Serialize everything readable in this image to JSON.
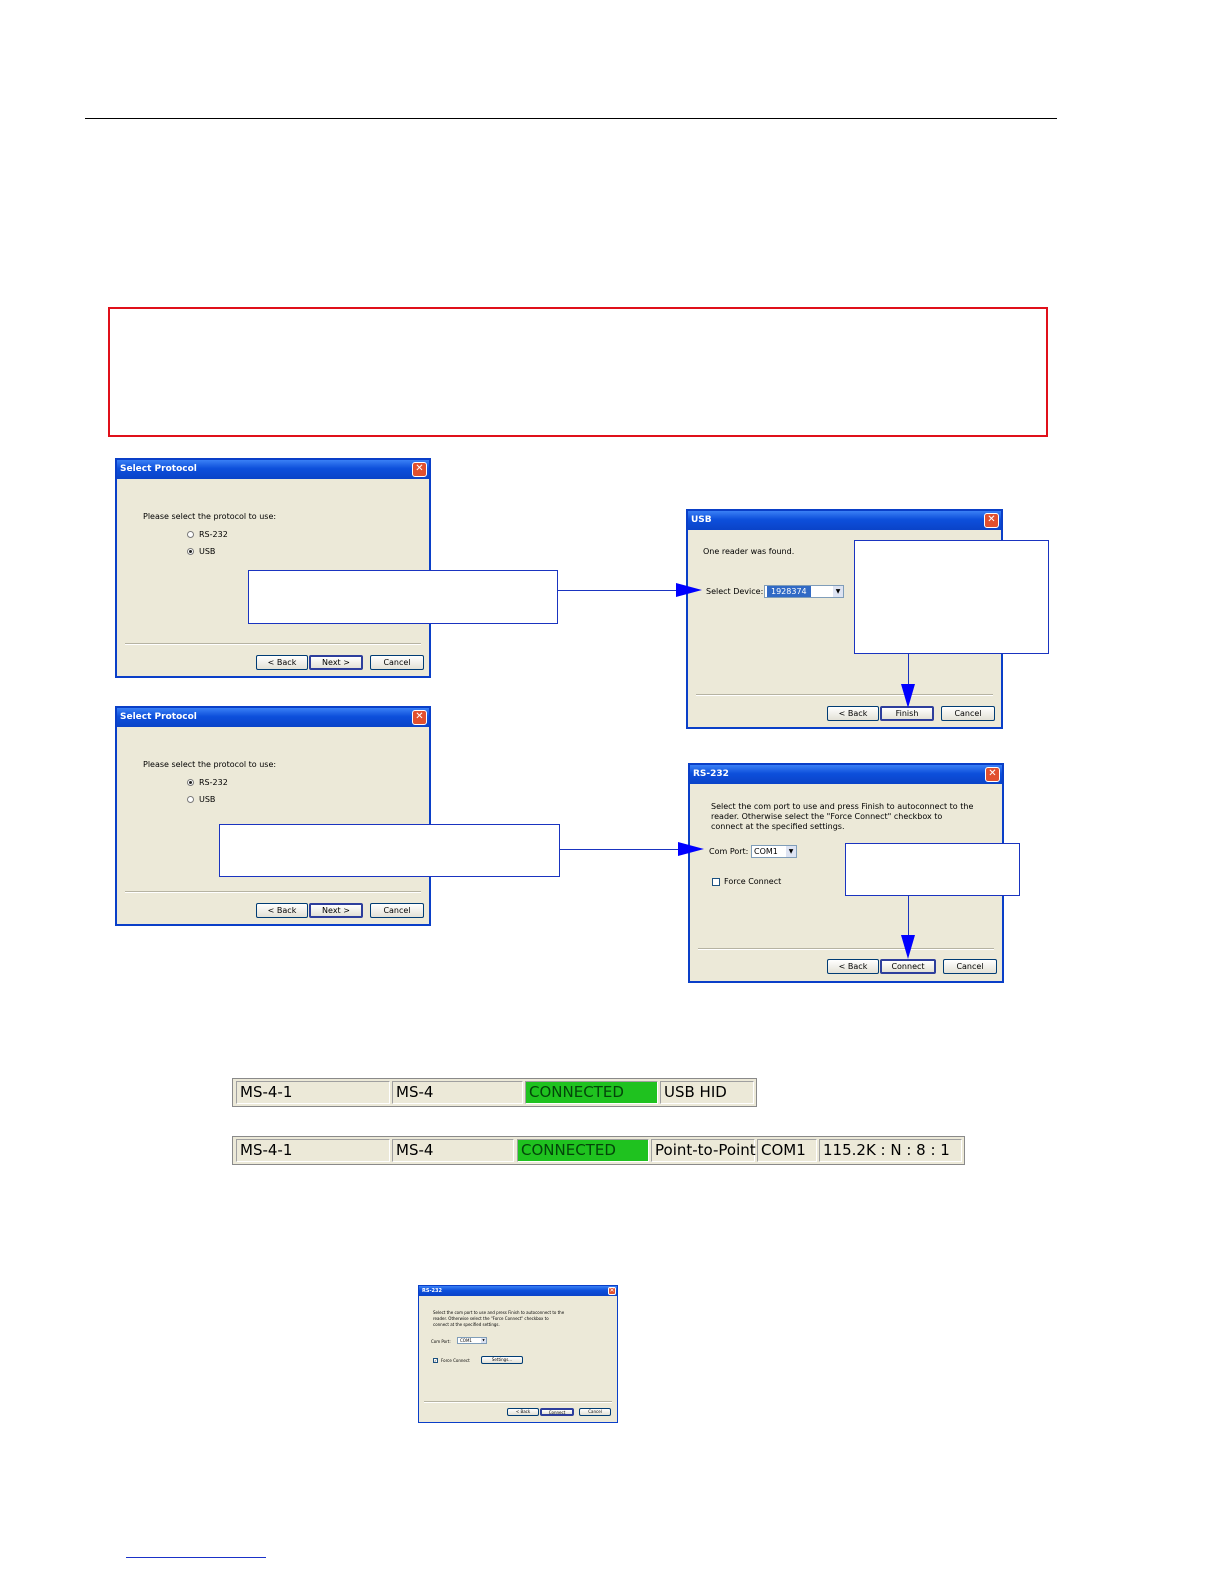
{
  "dialogs": {
    "usb_protocol": {
      "title": "Select Protocol",
      "prompt": "Please select the protocol to use:",
      "options": [
        "RS-232",
        "USB"
      ],
      "back": "< Back",
      "next": "Next >",
      "cancel": "Cancel"
    },
    "rs232_protocol": {
      "title": "Select Protocol",
      "prompt": "Please select the protocol to use:",
      "options": [
        "RS-232",
        "USB"
      ],
      "back": "< Back",
      "next": "Next >",
      "cancel": "Cancel"
    },
    "usb": {
      "title": "USB",
      "found": "One reader was found.",
      "device_label": "Select Device:",
      "device_value": "1928374",
      "back": "< Back",
      "finish": "Finish",
      "cancel": "Cancel"
    },
    "rs232": {
      "title": "RS-232",
      "instructions": [
        "Select the com port to use and press Finish to autoconnect to the",
        "reader. Otherwise select the \"Force Connect\" checkbox to",
        "connect at the specified settings."
      ],
      "port_label": "Com Port:",
      "port_value": "COM1",
      "force_label": "Force Connect",
      "back": "< Back",
      "connect": "Connect",
      "cancel": "Cancel"
    },
    "rs232_forced": {
      "title": "RS-232",
      "instructions": [
        "Select the com port to use and press Finish to autoconnect to the",
        "reader. Otherwise select the \"Force Connect\" checkbox to",
        "connect at the specified settings."
      ],
      "port_label": "Com Port:",
      "port_value": "COM1",
      "force_label": "Force Connect",
      "settings": "Settings...",
      "back": "< Back",
      "connect": "Connect",
      "cancel": "Cancel"
    }
  },
  "status_usb": [
    "MS-4-1",
    "MS-4",
    "CONNECTED",
    "USB HID"
  ],
  "status_rs232": [
    "MS-4-1",
    "MS-4",
    "CONNECTED",
    "Point-to-Point",
    "COM1",
    "115.2K : N : 8 : 1"
  ],
  "colors": {
    "accent_red": "#e0101a",
    "arrow_blue": "#0000ff",
    "connected_green": "#1fc21f",
    "title_blue": "#0a43c8"
  }
}
